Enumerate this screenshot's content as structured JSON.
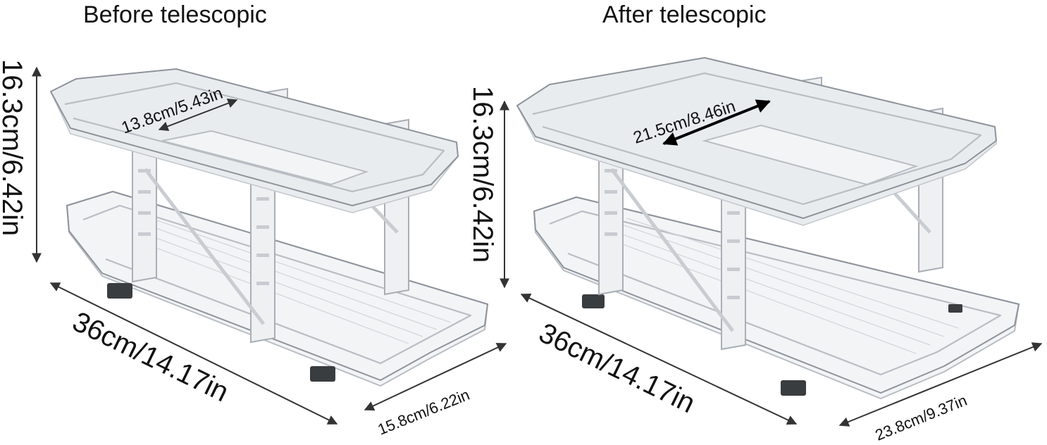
{
  "titles": {
    "before": "Before telescopic",
    "after": "After telescopic"
  },
  "before": {
    "height": "16.3cm/6.42in",
    "inner_width": "13.8cm/5.43in",
    "length": "36cm/14.17in",
    "width": "15.8cm/6.22in"
  },
  "after": {
    "height": "16.3cm/6.42in",
    "inner_width": "21.5cm/8.46in",
    "length": "36cm/14.17in",
    "width": "23.8cm/9.37in"
  },
  "colors": {
    "frame": "#b9bec4",
    "text": "#111111",
    "foot": "#3a3d40"
  }
}
